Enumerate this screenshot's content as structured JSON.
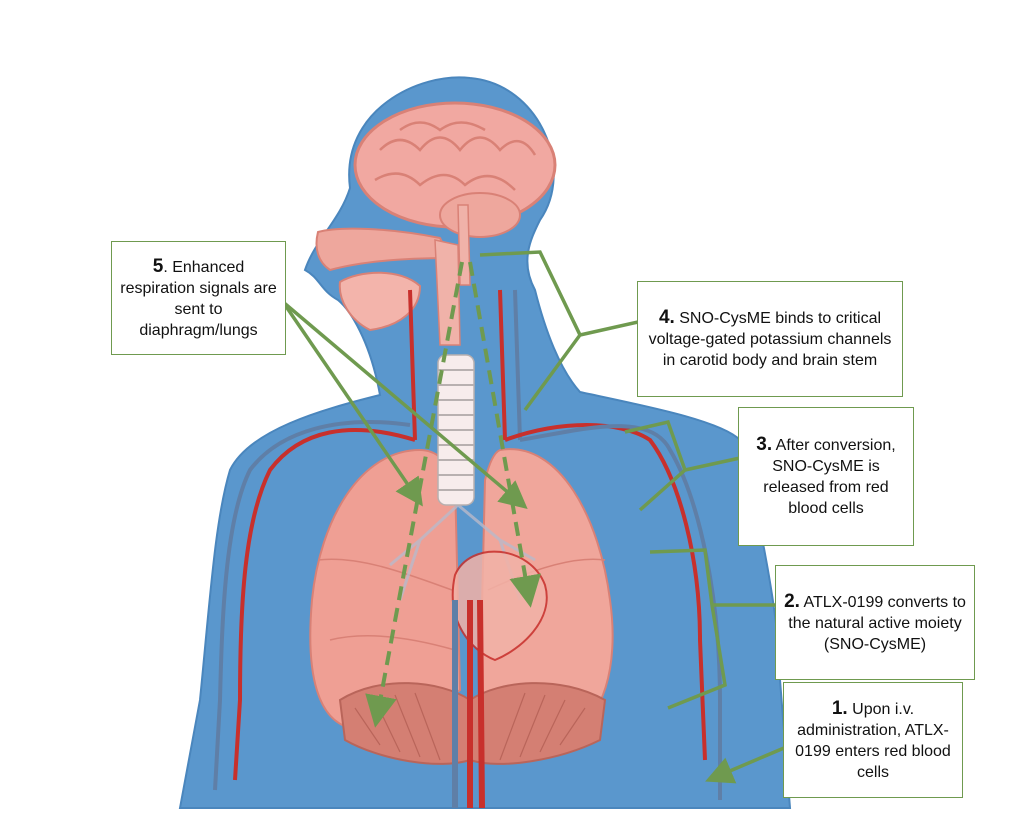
{
  "colors": {
    "body": "#5a97cd",
    "body_outline": "#4a86bd",
    "organ": "#ef9f94",
    "organ_dark": "#d98176",
    "artery": "#c8302c",
    "vein": "#5f7fa7",
    "arrow": "#6f9a4f",
    "trachea": "#f7ecec"
  },
  "callouts": [
    {
      "number": "5",
      "text": ". Enhanced respiration signals are sent to diaphragm/lungs"
    },
    {
      "number": "4.",
      "text": " SNO-CysME binds to critical voltage-gated potassium  channels in carotid body and brain stem"
    },
    {
      "number": "3.",
      "text": " After conversion, SNO-CysME is released from red blood cells"
    },
    {
      "number": "2.",
      "text": " ATLX-0199 converts to the natural active moiety (SNO-CysME)"
    },
    {
      "number": "1.",
      "text": " Upon i.v. administration, ATLX-0199 enters red blood cells"
    }
  ]
}
